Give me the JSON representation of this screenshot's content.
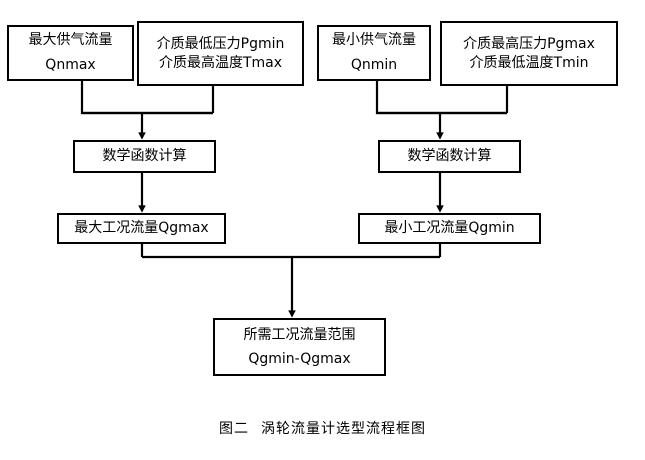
{
  "diagram": {
    "type": "flowchart",
    "title": "涡轮流量计选型流程框图",
    "caption_number": "图二",
    "caption_text": "涡轮流量计选型流程框图",
    "background_color": "#ffffff",
    "line_color": "#000000",
    "text_color": "#000000",
    "nodes": [
      {
        "id": "qnmax",
        "line1": "最大供气流量",
        "line2": "Qnmax"
      },
      {
        "id": "pgmin",
        "line1": "介质最低压力Pgmin",
        "line2": "介质最高温度Tmax"
      },
      {
        "id": "qnmin",
        "line1": "最小供气流量",
        "line2": "Qnmin"
      },
      {
        "id": "pgmax",
        "line1": "介质最高压力Pgmax",
        "line2": "介质最低温度Tmin"
      },
      {
        "id": "calc_left",
        "line1": "数学函数计算"
      },
      {
        "id": "calc_right",
        "line1": "数学函数计算"
      },
      {
        "id": "qgmax",
        "line1": "最大工况流量Qgmax"
      },
      {
        "id": "qgmin",
        "line1": "最小工况流量Qgmin"
      },
      {
        "id": "range",
        "line1": "所需工况流量范围",
        "line2": "Qgmin-Qgmax"
      }
    ],
    "edges": [
      {
        "from": "qnmax",
        "to": "calc_left",
        "arrow": true
      },
      {
        "from": "pgmin",
        "to": "calc_left",
        "arrow": true
      },
      {
        "from": "calc_left",
        "to": "qgmax",
        "arrow": true
      },
      {
        "from": "qnmin",
        "to": "calc_right",
        "arrow": true
      },
      {
        "from": "pgmax",
        "to": "calc_right",
        "arrow": true
      },
      {
        "from": "calc_right",
        "to": "qgmin",
        "arrow": true
      },
      {
        "from": "qgmax",
        "to": "range",
        "arrow": true
      },
      {
        "from": "qgmin",
        "to": "range",
        "arrow": true
      }
    ]
  }
}
